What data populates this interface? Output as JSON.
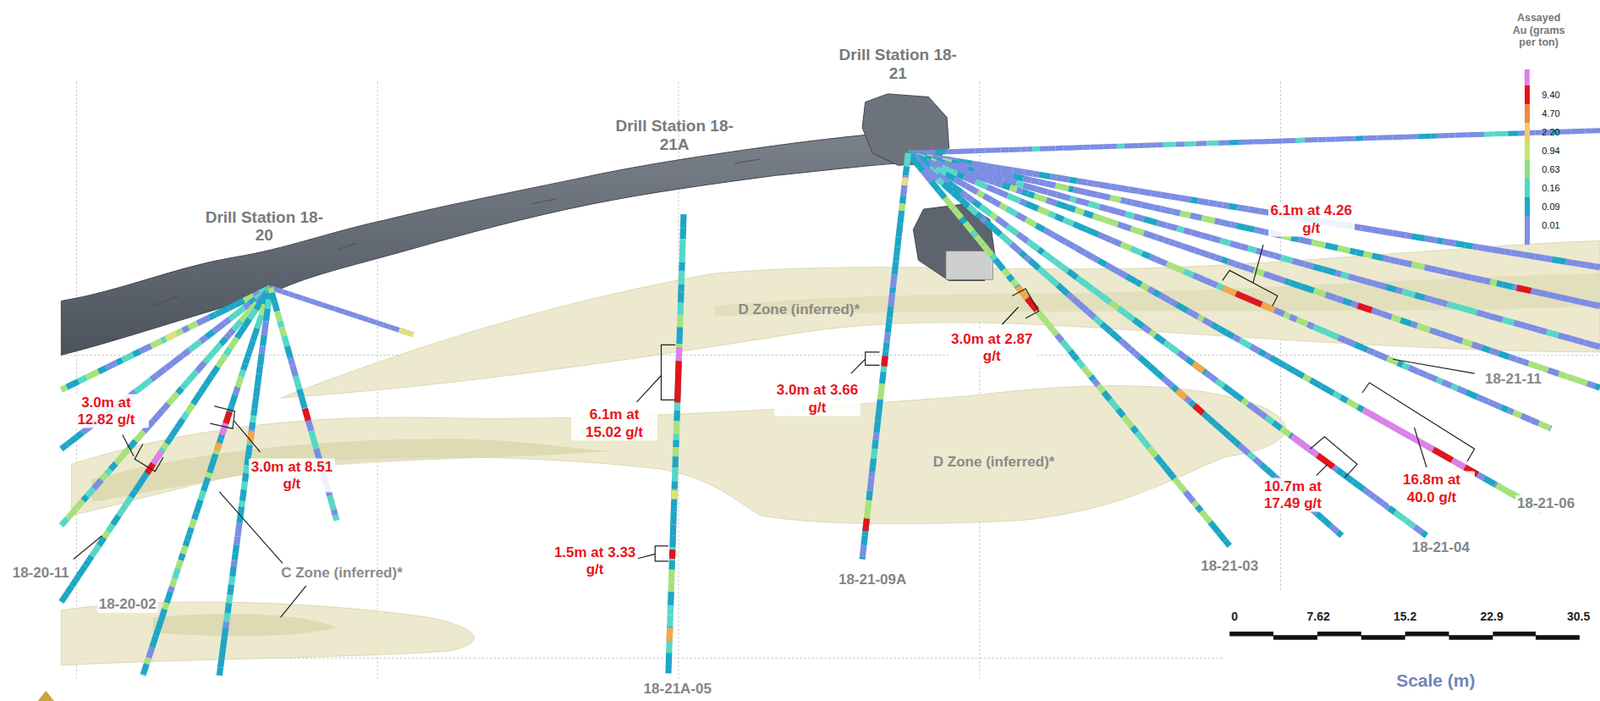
{
  "diagram": {
    "labels": [
      "Assayed Au (grams per ton)",
      "Drill Station 18-21",
      "Drill Station 18-21A",
      "Drill Station 18-20",
      "D Zone (inferred)*",
      "D Zone (inferred)*",
      "C Zone (inferred)*",
      "6.1m at 4.26 g/t",
      "3.0m at 2.87 g/t",
      "3.0m at 3.66 g/t",
      "6.1m at 15.02 g/t",
      "3.0m at 12.82 g/t",
      "3.0m at 8.51 g/t",
      "1.5m at 3.33 g/t",
      "10.7m at 17.49 g/t",
      "16.8m at 40.0 g/t",
      "18-21-11",
      "18-21-06",
      "18-21-04",
      "18-21-03",
      "18-21-09A",
      "18-21A-05",
      "18-20-11",
      "18-20-02",
      "0",
      "7.62",
      "15.2",
      "22.9",
      "30.5",
      "Scale (m)"
    ],
    "legend": [
      {
        "text": "9.40",
        "color": "#e3141c"
      },
      {
        "text": "4.70",
        "color": "#f08a3c"
      },
      {
        "text": "2.20",
        "color": "#f3c96a"
      },
      {
        "text": "0.94",
        "color": "#c8e46e"
      },
      {
        "text": "0.63",
        "color": "#8fde7f"
      },
      {
        "text": "0.16",
        "color": "#4fd6c8"
      },
      {
        "text": "0.09",
        "color": "#1fa9c9"
      },
      {
        "text": "0.01",
        "color": "#7f8fe6"
      }
    ]
  }
}
